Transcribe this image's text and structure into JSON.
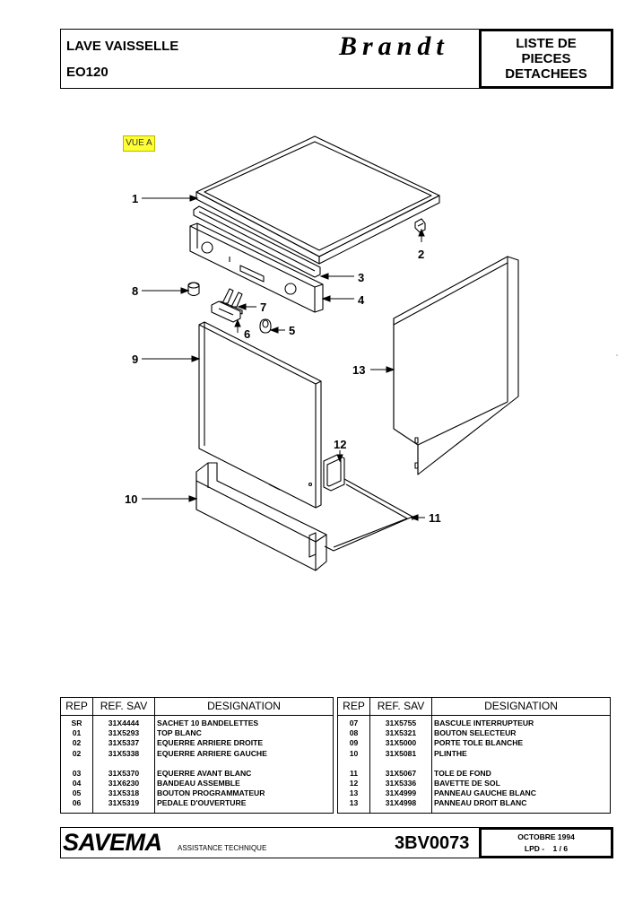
{
  "header": {
    "machine_name": "LAVE VAISSELLE",
    "model": "EO120",
    "brand": "Brandt",
    "doc_type_line1": "LISTE DE",
    "doc_type_line2": "PIECES",
    "doc_type_line3": "DETACHEES"
  },
  "drawing": {
    "view_label": "VUE A",
    "callouts": [
      "1",
      "2",
      "3",
      "4",
      "5",
      "6",
      "7",
      "8",
      "9",
      "10",
      "11",
      "12",
      "13"
    ]
  },
  "table_headers": {
    "rep": "REP",
    "ref": "REF. SAV",
    "designation": "DESIGNATION"
  },
  "left_table": [
    {
      "rep": "SR",
      "ref": "31X4444",
      "designation": "SACHET 10 BANDELETTES"
    },
    {
      "rep": "01",
      "ref": "31X5293",
      "designation": "TOP BLANC"
    },
    {
      "rep": "02",
      "ref": "31X5337",
      "designation": "EQUERRE ARRIERE DROITE"
    },
    {
      "rep": "02",
      "ref": "31X5338",
      "designation": "EQUERRE ARRIERE GAUCHE"
    },
    {
      "rep": "03",
      "ref": "31X5370",
      "designation": "EQUERRE AVANT BLANC"
    },
    {
      "rep": "04",
      "ref": "31X6230",
      "designation": "BANDEAU ASSEMBLE"
    },
    {
      "rep": "05",
      "ref": "31X5318",
      "designation": "BOUTON PROGRAMMATEUR"
    },
    {
      "rep": "06",
      "ref": "31X5319",
      "designation": "PEDALE D'OUVERTURE"
    }
  ],
  "right_table": [
    {
      "rep": "07",
      "ref": "31X5755",
      "designation": "BASCULE INTERRUPTEUR"
    },
    {
      "rep": "08",
      "ref": "31X5321",
      "designation": "BOUTON SELECTEUR"
    },
    {
      "rep": "09",
      "ref": "31X5000",
      "designation": "PORTE TOLE BLANCHE"
    },
    {
      "rep": "10",
      "ref": "31X5081",
      "designation": "PLINTHE"
    },
    {
      "rep": "11",
      "ref": "31X5067",
      "designation": "TOLE DE FOND"
    },
    {
      "rep": "12",
      "ref": "31X5336",
      "designation": "BAVETTE DE SOL"
    },
    {
      "rep": "13",
      "ref": "31X4999",
      "designation": "PANNEAU GAUCHE BLANC"
    },
    {
      "rep": "13",
      "ref": "31X4998",
      "designation": "PANNEAU DROIT BLANC"
    }
  ],
  "footer": {
    "company": "SAVEMA",
    "department": "ASSISTANCE TECHNIQUE",
    "doc_number": "3BV0073",
    "date": "OCTOBRE 1994",
    "page": "LPD -    1 / 6"
  }
}
